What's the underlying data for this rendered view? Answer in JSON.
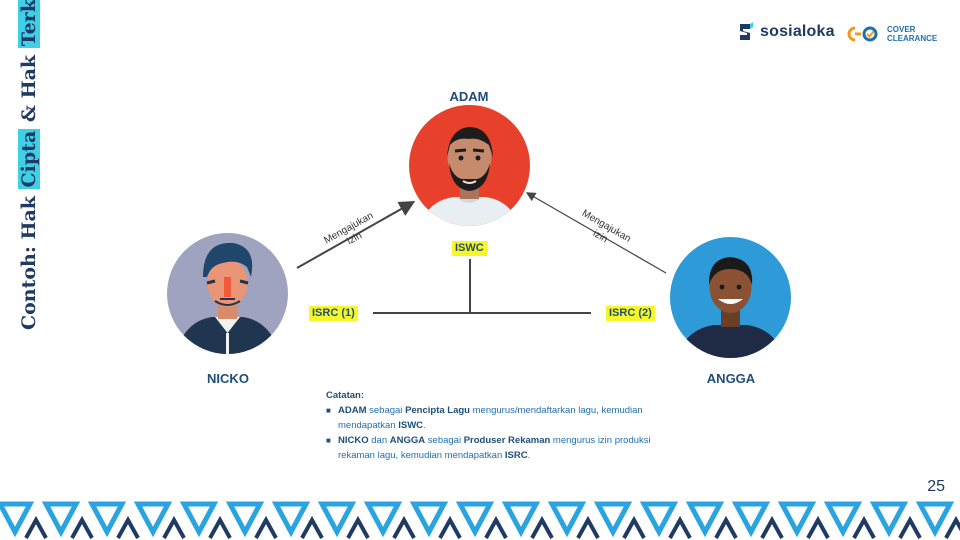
{
  "slide": {
    "side_title_part1": "Contoh: Hak ",
    "side_title_part2": "Cipta",
    "side_title_part3": " & Hak ",
    "side_title_part4": "Terkait",
    "page_number": "25"
  },
  "logos": {
    "sosialoka": "sosialoka",
    "cover_line1": "COVER",
    "cover_line2": "CLEARANCE"
  },
  "diagram": {
    "nodes": {
      "adam": "ADAM",
      "nicko": "NICKO",
      "angga": "ANGGA"
    },
    "tags": {
      "iswc": "ISWC",
      "isrc1": "ISRC (1)",
      "isrc2": "ISRC (2)"
    },
    "arrows": {
      "left_line1": "Mengajukan",
      "left_line2": "izin",
      "right_line1": "Mengajukan",
      "right_line2": "izin"
    }
  },
  "notes": {
    "heading": "Catatan:",
    "item1_name": "ADAM",
    "item1_mid": " sebagai ",
    "item1_role": "Pencipta Lagu",
    "item1_text": " mengurus/mendaftarkan lagu, kemudian mendapatkan ",
    "item1_code": "ISWC",
    "item1_end": ".",
    "item2_name1": "NICKO",
    "item2_and": " dan ",
    "item2_name2": "ANGGA",
    "item2_mid": " sebagai ",
    "item2_role": "Produser Rekaman",
    "item2_text": " mengurus izin produksi rekaman lagu, kemudian mendapatkan ",
    "item2_code": "ISRC",
    "item2_end": "."
  },
  "colors": {
    "navy": "#1f3a63",
    "accent_cyan": "#3fd0e8",
    "highlight_yellow": "#f6f62a",
    "adam_bg": "#e8412b",
    "nicko_bg": "#9fa3bf",
    "angga_bg": "#2f9ad8",
    "pattern_blue": "#2aa4e0"
  }
}
